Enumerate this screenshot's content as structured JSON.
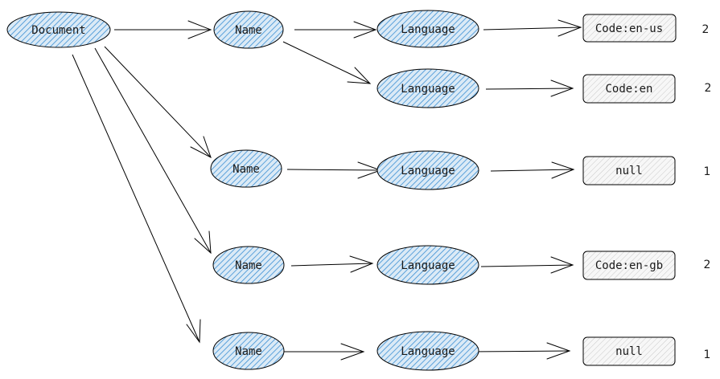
{
  "colors": {
    "ellipse_fill": "#dbeaf6",
    "ellipse_hatch": "#3b8fd4",
    "box_fill": "#f7f7f7",
    "box_hatch": "#c9c9c9",
    "stroke": "#000000"
  },
  "nodes": {
    "document": {
      "label": "Document"
    },
    "name": [
      {
        "label": "Name"
      },
      {
        "label": "Name"
      },
      {
        "label": "Name"
      },
      {
        "label": "Name"
      }
    ],
    "language": [
      {
        "label": "Language"
      },
      {
        "label": "Language"
      },
      {
        "label": "Language"
      },
      {
        "label": "Language"
      },
      {
        "label": "Language"
      }
    ],
    "code": [
      {
        "label": "Code:en-us"
      },
      {
        "label": "Code:en"
      },
      {
        "label": "null"
      },
      {
        "label": "Code:en-gb"
      },
      {
        "label": "null"
      }
    ]
  },
  "counts": [
    "2",
    "2",
    "1",
    "2",
    "1"
  ],
  "edges": [
    {
      "from": "document",
      "to": "name.0"
    },
    {
      "from": "document",
      "to": "name.1"
    },
    {
      "from": "document",
      "to": "name.2"
    },
    {
      "from": "document",
      "to": "name.3"
    },
    {
      "from": "name.0",
      "to": "language.0"
    },
    {
      "from": "name.0",
      "to": "language.1"
    },
    {
      "from": "name.1",
      "to": "language.2"
    },
    {
      "from": "name.2",
      "to": "language.3"
    },
    {
      "from": "name.3",
      "to": "language.4"
    },
    {
      "from": "language.0",
      "to": "code.0"
    },
    {
      "from": "language.1",
      "to": "code.1"
    },
    {
      "from": "language.2",
      "to": "code.2"
    },
    {
      "from": "language.3",
      "to": "code.3"
    },
    {
      "from": "language.4",
      "to": "code.4"
    }
  ]
}
